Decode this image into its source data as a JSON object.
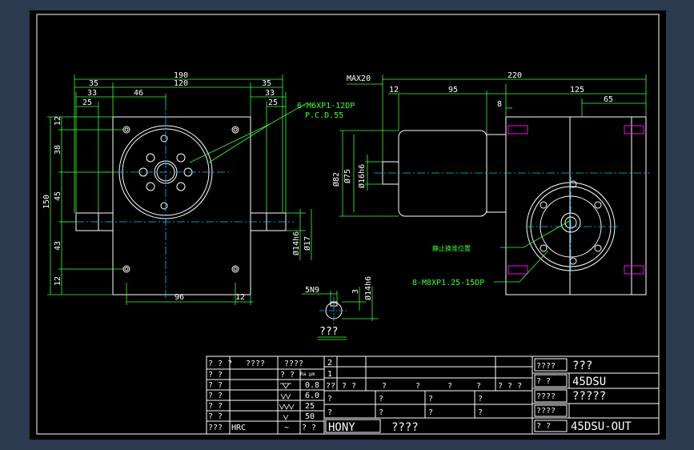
{
  "colors": {
    "background": "#000000",
    "frame": "#ffffff",
    "dimension": "#3cff3c",
    "centerline": "#00c8ff",
    "hidden": "#ff00ff",
    "outer": "#2b3a4e"
  },
  "dimensions": {
    "d190": "190",
    "d120": "120",
    "d35a": "35",
    "d35b": "35",
    "d33a": "33",
    "d33b": "33",
    "d25a": "25",
    "d25b": "25",
    "d46": "46",
    "d12a": "12",
    "d38": "38",
    "d150": "150",
    "d45": "45",
    "d43": "43",
    "d12b": "12",
    "d96": "96",
    "d12c": "12",
    "d14h6": "Ø14h6",
    "d17": "Ø17",
    "max20": "MAX20",
    "d220": "220",
    "d12d": "12",
    "d95": "95",
    "d125": "125",
    "d8": "8",
    "d65": "65",
    "d82": "Ø82",
    "d75": "Ø75",
    "d16h6": "Ø16h6",
    "sn9": "5N9",
    "d3": "3",
    "d14h6b": "Ø14h6"
  },
  "annotations": {
    "holes_top": "6-M6XP1-12DP",
    "pcd": "P.C.D.55",
    "stop_position": "静止换准位置",
    "holes_side": "8-M8XP1.25-15DP",
    "section_label": "???"
  },
  "title_block": {
    "left": {
      "r1": [
        "? ? ?",
        "????",
        "????"
      ],
      "r2": [
        "? ?",
        "? ?"
      ],
      "r3": [
        "? ?",
        "0.8"
      ],
      "r4": [
        "? ?",
        "6.0"
      ],
      "r5": [
        "? ?",
        "25"
      ],
      "r6": [
        "? ?",
        "50"
      ],
      "r7": [
        "???",
        "HRC",
        "~",
        "? ?"
      ],
      "stamp": "Ra\nμm"
    },
    "mid": {
      "row1_num": "2",
      "row2_num": "1",
      "header": [
        "??",
        "? ?",
        "?",
        "?",
        "?",
        "?",
        "? ? ?"
      ],
      "q_cells": [
        "?",
        "?",
        "?",
        "?",
        "?",
        "?",
        "?",
        "?"
      ],
      "logo": "HONY",
      "company": "????"
    },
    "right": {
      "r1_label": "????",
      "r1_value": "???",
      "r2_label": "?   ?",
      "r2_value": "45DSU",
      "r3_label": "????",
      "r3_value": "?????",
      "r4_label": "????",
      "r4_value": "",
      "r5_label": "?   ?",
      "r5_value": "45DSU-OUT"
    }
  }
}
